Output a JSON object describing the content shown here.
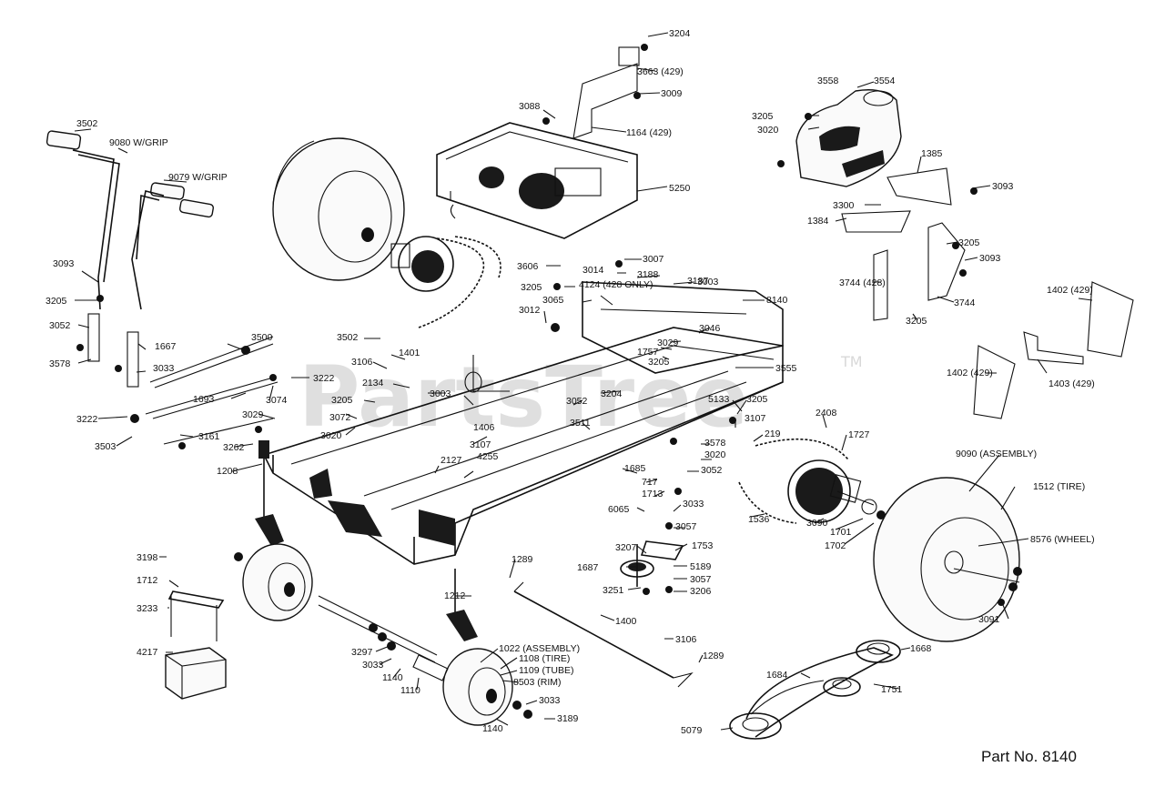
{
  "diagram": {
    "part_number_label": "Part No. 8140",
    "watermark": "PartsTree",
    "watermark_tm": "TM",
    "callouts": {
      "c3204_top": "3204",
      "c3663": "3663 (429)",
      "c3009": "3009",
      "c3088": "3088",
      "c1164": "1164 (429)",
      "c5250": "5250",
      "c3558": "3558",
      "c3554": "3554",
      "c3205_tank": "3205",
      "c3020_tank": "3020",
      "c1385": "1385",
      "c3093_tank": "3093",
      "c3300": "3300",
      "c1384": "1384",
      "c3205_bracket": "3205",
      "c3093_bracket": "3093",
      "c3744_a": "3744 (428)",
      "c3205_low": "3205",
      "c3744_b": "3744",
      "c1402_top": "1402 (429)",
      "c1402_mid": "1402 (429)",
      "c1403": "1403 (429)",
      "c3502_top": "3502",
      "c9080": "9080 W/GRIP",
      "c9079": "9079 W/GRIP",
      "c3093_left": "3093",
      "c3205_left": "3205",
      "c3052_left": "3052",
      "c3578_left": "3578",
      "c1667": "1667",
      "c3500": "3500",
      "c3033_left": "3033",
      "c3222_a": "3222",
      "c3222_b": "3222",
      "c3503": "3503",
      "c1693": "1693",
      "c3074": "3074",
      "c3029_left": "3029",
      "c3161": "3161",
      "c3262": "3262",
      "c1208": "1208",
      "c3606": "3606",
      "c3205_mid": "3205",
      "c3014": "3014",
      "c3007": "3007",
      "c3188": "3188",
      "c3187": "3187",
      "c3003_top": "3003",
      "c4124": "4124 (428 ONLY)",
      "c3065": "3065",
      "c3012": "3012",
      "c8140": "8140",
      "c3046": "3046",
      "c3029_mid": "3029",
      "c1757": "1757",
      "c3205_center": "3205",
      "c3555": "3555",
      "c3502_mid": "3502",
      "c3106": "3106",
      "c1401": "1401",
      "c2134": "2134",
      "c3003_mid": "3003",
      "c3205_left2": "3205",
      "c3072": "3072",
      "c3020_left": "3020",
      "c1406": "1406",
      "c3052_mid": "3052",
      "c3204_mid": "3204",
      "c3511": "3511",
      "c5133": "5133",
      "c3205_right": "3205",
      "c3107_right": "3107",
      "c219": "219",
      "c2408": "2408",
      "c1727": "1727",
      "c3107_mid": "3107",
      "c4255": "4255",
      "c2127": "2127",
      "c3578_mid": "3578",
      "c3020_mid": "3020",
      "c1685": "1685",
      "c717": "717",
      "c1713": "1713",
      "c3052_right": "3052",
      "c3033_mid": "3033",
      "c6065": "6065",
      "c3057_a": "3057",
      "c1536": "1536",
      "c3090": "3090",
      "c1701": "1701",
      "c1702": "1702",
      "c9090": "9090 (ASSEMBLY)",
      "c1512": "1512 (TIRE)",
      "c8576": "8576 (WHEEL)",
      "c3091": "3091",
      "c3207": "3207",
      "c1753": "1753",
      "c1687": "1687",
      "c5189": "5189",
      "c3057_b": "3057",
      "c3251": "3251",
      "c3206": "3206",
      "c1289_a": "1289",
      "c1289_b": "1289",
      "c1400": "1400",
      "c3106_low": "3106",
      "c1212": "1212",
      "c3198": "3198",
      "c1712": "1712",
      "c3233": "3233",
      "c4217": "4217",
      "c3297": "3297",
      "c3033_low": "3033",
      "c1140_a": "1140",
      "c1110": "1110",
      "c1022": "1022 (ASSEMBLY)",
      "c1108": "1108 (TIRE)",
      "c1109": "1109 (TUBE)",
      "c8503": "8503 (RIM)",
      "c3033_wheel": "3033",
      "c1140_b": "1140",
      "c3189": "3189",
      "c1668": "1668",
      "c1684": "1684",
      "c1751": "1751",
      "c5079": "5079"
    }
  }
}
